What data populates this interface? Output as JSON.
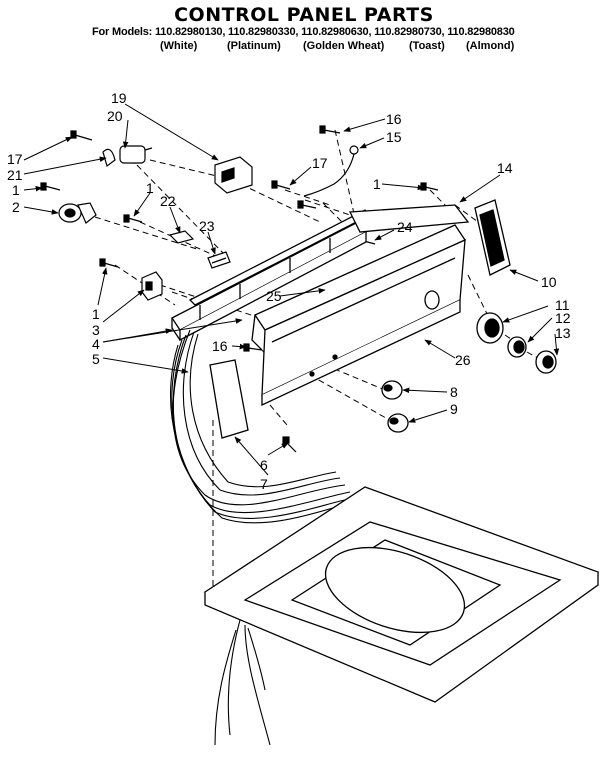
{
  "title": "CONTROL PANEL PARTS",
  "models_line": "For Models: 110.82980130, 110.82980330, 110.82980630, 110.82980730, 110.82980830",
  "colors": [
    "(White)",
    "(Platinum)",
    "(Golden Wheat)",
    "(Toast)",
    "(Almond)"
  ],
  "callouts": {
    "c19": "19",
    "c20": "20",
    "c17a": "17",
    "c21": "21",
    "c1a": "1",
    "c2": "2",
    "c1b": "1",
    "c22": "22",
    "c23": "23",
    "c16a": "16",
    "c15": "15",
    "c17b": "17",
    "c1c": "1",
    "c14": "14",
    "c24": "24",
    "c10": "10",
    "c11": "11",
    "c12": "12",
    "c13": "13",
    "c25": "25",
    "c1d": "1",
    "c3": "3",
    "c4": "4",
    "c5": "5",
    "c16b": "16",
    "c26": "26",
    "c8": "8",
    "c9": "9",
    "c6": "6",
    "c7": "7"
  }
}
